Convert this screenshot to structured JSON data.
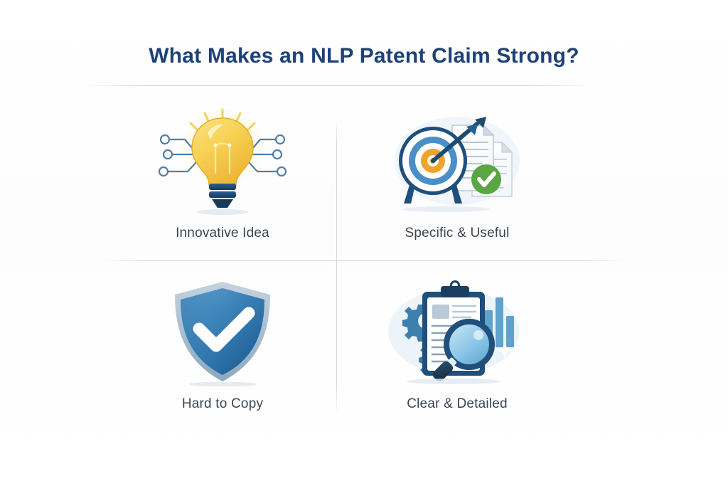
{
  "page": {
    "title": "What Makes an NLP Patent Claim Strong?",
    "background_color": "#ffffff",
    "title_color": "#1e4176",
    "label_color": "#3c4450",
    "divider_color": "#d6d9df"
  },
  "quadrants": [
    {
      "id": "innovative-idea",
      "label": "Innovative Idea",
      "icon": "lightbulb-circuit-icon",
      "colors": {
        "bulb": "#f7cf4e",
        "bulb_highlight": "#fdf0b4",
        "base": "#1f4f80",
        "circuit": "#5b86ad",
        "rays": "#f4d65f"
      }
    },
    {
      "id": "specific-useful",
      "label": "Specific & Useful",
      "icon": "target-arrow-documents-check-icon",
      "colors": {
        "ring_outer": "#1f4f7a",
        "ring_blue": "#4a8fc7",
        "ring_center": "#f0a32c",
        "arrow": "#1b4a72",
        "document": "#ffffff",
        "check_circle": "#5aa544",
        "backdrop": "#eaf2f8"
      }
    },
    {
      "id": "hard-to-copy",
      "label": "Hard to Copy",
      "icon": "shield-check-icon",
      "colors": {
        "shield_light": "#5596c9",
        "shield_dark": "#1d5e92",
        "shield_border": "#9fb8cb",
        "check": "#ffffff"
      }
    },
    {
      "id": "clear-detailed",
      "label": "Clear & Detailed",
      "icon": "clipboard-magnifier-gears-chart-icon",
      "colors": {
        "clipboard_frame": "#1f4f7a",
        "paper": "#ffffff",
        "gear": "#3d7fad",
        "bars": "#5ea3cc",
        "lens": "#8fc6e6",
        "handle": "#1b3a55",
        "backdrop": "#e8f1f7"
      }
    }
  ]
}
